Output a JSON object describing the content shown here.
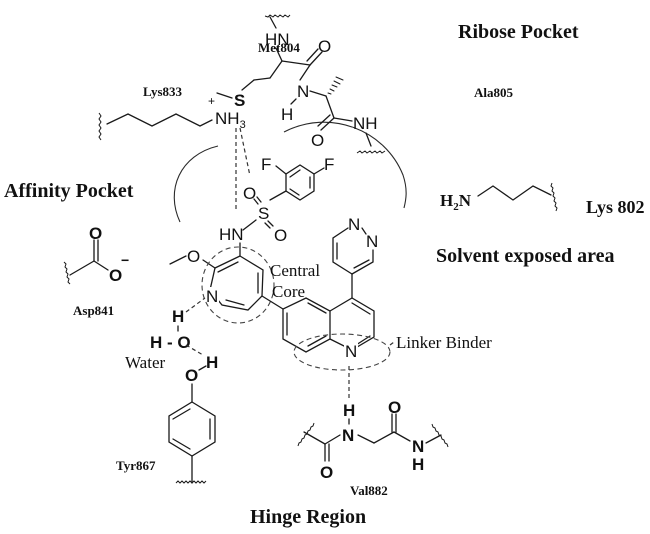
{
  "regions": {
    "ribose_pocket": "Ribose Pocket",
    "affinity_pocket": "Affinity Pocket",
    "solvent_exposed": "Solvent exposed area",
    "hinge_region": "Hinge Region"
  },
  "residues": {
    "met804": "Met804",
    "lys833": "Lys833",
    "ala805": "Ala805",
    "lys802": "Lys 802",
    "asp841": "Asp841",
    "tyr867": "Tyr867",
    "val882": "Val882"
  },
  "annotations": {
    "central_core_line1": "Central",
    "central_core_line2": "Core",
    "linker_binder": "Linker Binder",
    "water": "Water"
  },
  "atoms": {
    "N": "N",
    "H": "H",
    "O": "O",
    "S": "S",
    "F": "F",
    "HN": "HN",
    "NH": "NH",
    "NH3": "NH",
    "NH3_sub": "3",
    "plus": "+",
    "minus": "−",
    "H2N_H": "H",
    "H2N_sub": "2",
    "H2N_N": "N",
    "H_dash_O": "H - O"
  }
}
